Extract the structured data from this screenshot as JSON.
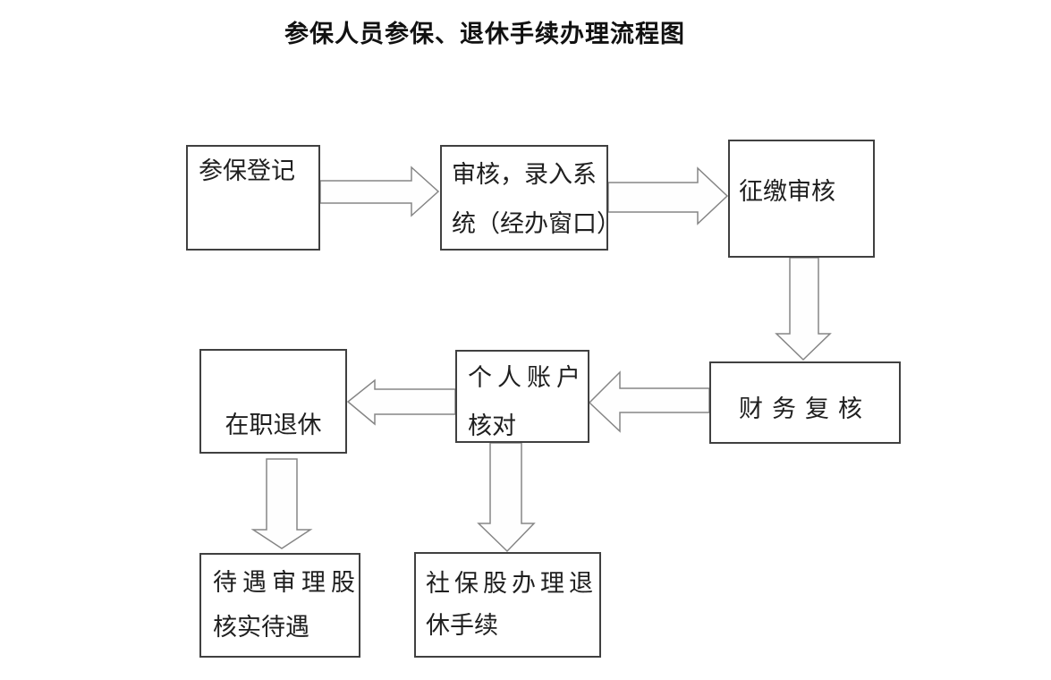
{
  "title": "参保人员参保、退休手续办理流程图",
  "flowchart": {
    "nodes": [
      {
        "id": "enrollment-registration",
        "label": "参保登记",
        "lines": [
          "参保登记"
        ]
      },
      {
        "id": "review-system-entry",
        "label": "审核，录入系统（经办窗口）",
        "lines": [
          "审核，录入系",
          "统（经办窗口）"
        ]
      },
      {
        "id": "collection-review",
        "label": "征缴审核",
        "lines": [
          "征缴审核"
        ]
      },
      {
        "id": "finance-recheck",
        "label": "财务复核",
        "lines": [
          "财务复核"
        ]
      },
      {
        "id": "personal-account-check",
        "label": "个人账户核对",
        "lines": [
          "个人账户",
          "核对"
        ]
      },
      {
        "id": "active-to-retirement",
        "label": "在职退休",
        "lines": [
          "在职退休"
        ]
      },
      {
        "id": "benefit-review-section",
        "label": "待遇审理股核实待遇",
        "lines": [
          "待遇审理股",
          "核实待遇"
        ]
      },
      {
        "id": "social-security-section",
        "label": "社保股办理退休手续",
        "lines": [
          "社保股办理退",
          "休手续"
        ]
      }
    ],
    "edges": [
      {
        "from": "参保登记",
        "to": "审核，录入系统（经办窗口）",
        "direction": "right"
      },
      {
        "from": "审核，录入系统（经办窗口）",
        "to": "征缴审核",
        "direction": "right"
      },
      {
        "from": "征缴审核",
        "to": "财务复核",
        "direction": "down"
      },
      {
        "from": "财务复核",
        "to": "个人账户核对",
        "direction": "left"
      },
      {
        "from": "个人账户核对",
        "to": "在职退休",
        "direction": "left"
      },
      {
        "from": "在职退休",
        "to": "待遇审理股核实待遇",
        "direction": "down"
      },
      {
        "from": "个人账户核对",
        "to": "社保股办理退休手续",
        "direction": "down"
      }
    ],
    "colors": {
      "background": "#ffffff",
      "box_border": "#404040",
      "arrow_outline": "#858585",
      "arrow_fill": "#fefefe",
      "text": "#1f1f1f"
    }
  }
}
